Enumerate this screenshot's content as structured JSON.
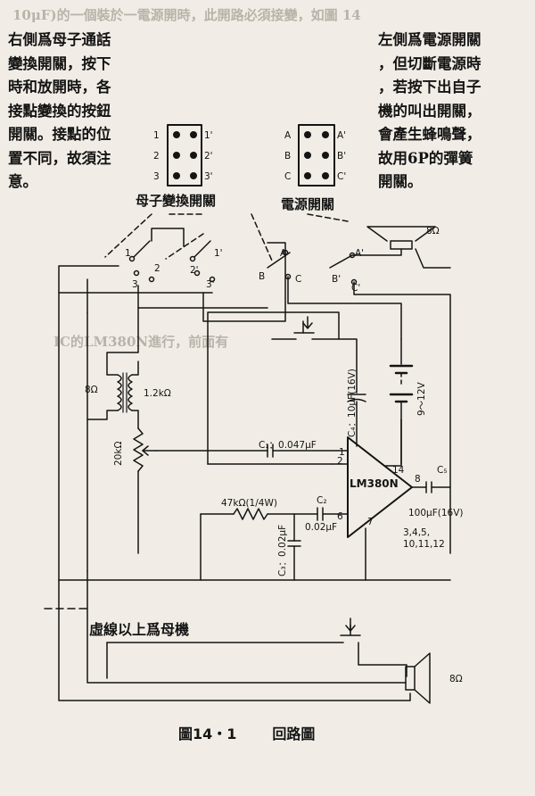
{
  "notes": {
    "left": "右側爲母子通話\n變換開關，按下\n時和放開時，各\n接點變換的按鈕\n開關。接點的位\n置不同，故須注\n意。",
    "right": "左側爲電源開關\n，但切斷電源時\n，若按下出自子\n機的叫出開關，\n會產生蜂鳴聲，\n故用6P的彈簧\n開關。"
  },
  "labels": {
    "mother_child_switch": "母子變換開關",
    "power_switch": "電源開關",
    "dashed_line_note": "虛線以上爲母機"
  },
  "switch_box_left": {
    "rows": [
      "1",
      "2",
      "3"
    ],
    "right": [
      "1'",
      "2'",
      "3'"
    ]
  },
  "switch_box_right": {
    "rows": [
      "A",
      "B",
      "C"
    ],
    "right": [
      "A'",
      "B'",
      "C'"
    ]
  },
  "components": {
    "speaker_top": "8Ω",
    "speaker_bottom": "8Ω",
    "transformer_primary": "8Ω",
    "transformer_secondary": "1.2kΩ",
    "potentiometer": "20kΩ",
    "c1": "C₁：0.047μF",
    "resistor": "47kΩ(1/4W)",
    "c2_name": "C₂",
    "c2_value": "0.02μF",
    "c3": "C₃：0.02μF",
    "c4": "C₄：10μF(16V)",
    "c5_name": "C₅",
    "c5_value": "100μF(16V)",
    "battery": "9～12V",
    "ic": "LM380N",
    "gnd_pins": "3,4,5,\n10,11,12"
  },
  "ic_pins": {
    "p1": "1",
    "p2": "2",
    "p6": "6",
    "p7": "7",
    "p8": "8",
    "p14": "14"
  },
  "switch_contacts": {
    "m1": "1",
    "m2": "2",
    "m3": "3",
    "m1p": "1'",
    "m2p": "2'",
    "m3p": "3'",
    "pA": "A",
    "pB": "B",
    "pC": "C",
    "pAp": "A'",
    "pBp": "B'",
    "pCp": "C'"
  },
  "caption": {
    "figure": "圖14・1",
    "title": "回路圖"
  },
  "ghost_text": [
    "10μF)的一個裝於一電源開時，此開路必須接變，如圖 14",
    "IC的LM380N進行，前面有"
  ]
}
